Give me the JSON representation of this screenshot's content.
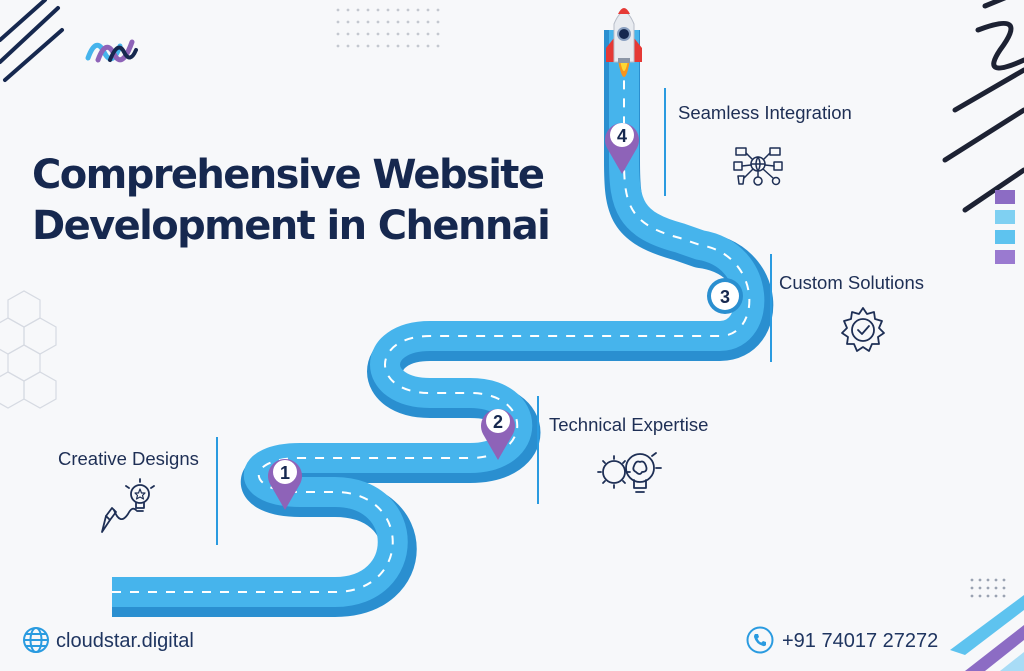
{
  "title": {
    "line1": "Comprehensive Website",
    "line2": "Development in Chennai"
  },
  "steps": [
    {
      "number": "1",
      "label": "Creative Designs",
      "icon": "pencil-lightbulb-icon"
    },
    {
      "number": "2",
      "label": "Technical Expertise",
      "icon": "gear-brain-bulb-icon"
    },
    {
      "number": "3",
      "label": "Custom Solutions",
      "icon": "gear-check-icon"
    },
    {
      "number": "4",
      "label": "Seamless Integration",
      "icon": "network-integration-icon"
    }
  ],
  "footer": {
    "website": "cloudstar.digital",
    "phone": "+91 74017 27272"
  },
  "colors": {
    "road": "#46b4ec",
    "road_shadow": "#2a8fd0",
    "pin": "#8e63b8",
    "title": "#16284f",
    "divider": "#2a9be0"
  }
}
